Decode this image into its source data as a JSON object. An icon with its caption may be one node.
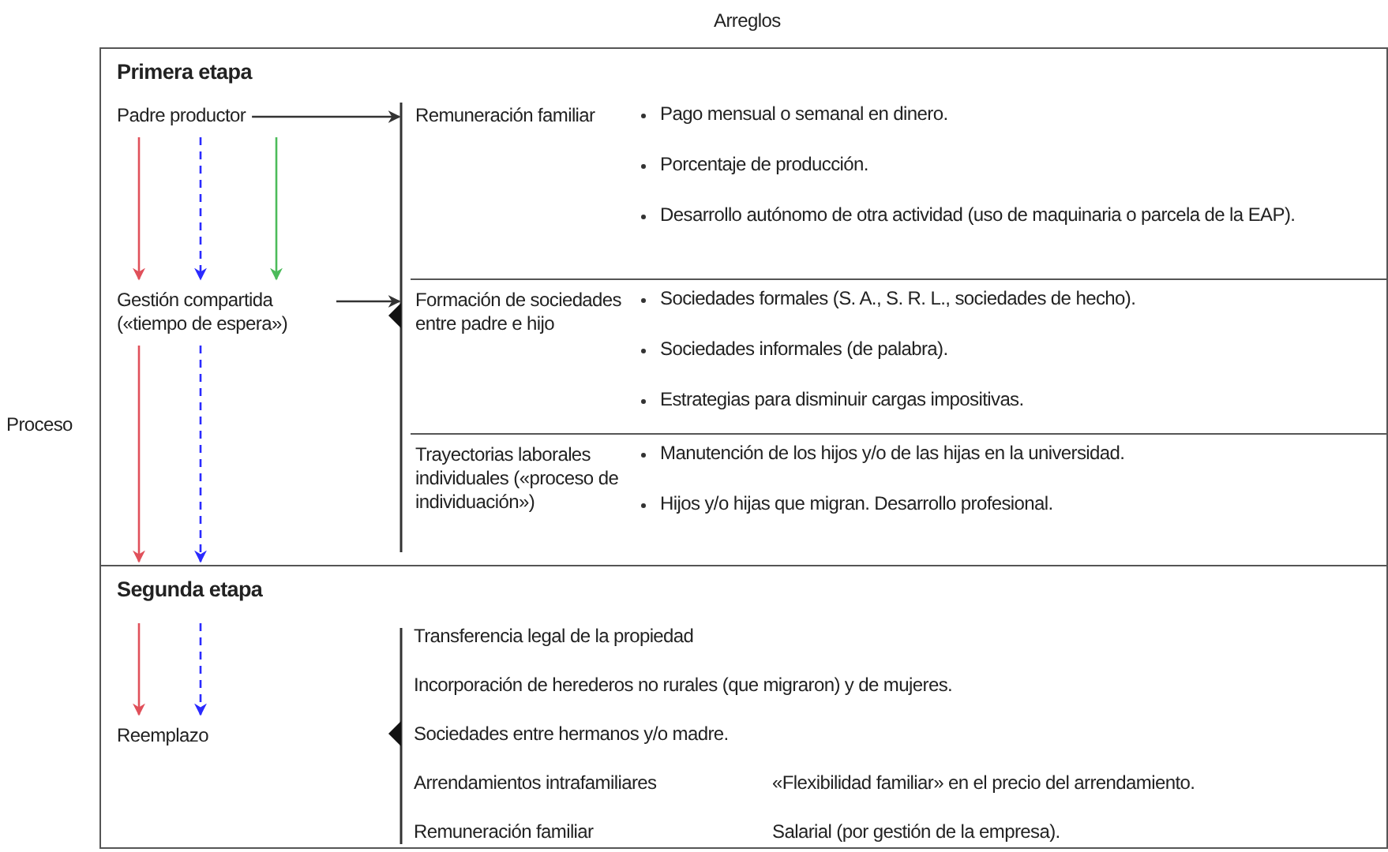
{
  "diagram": {
    "nodes": [
      {
        "text": [
          "Primera etapa"
        ]
      },
      {
        "text": [
          "Padre productor"
        ],
        "in": 0
      },
      {
        "text": [
          "Gestión compartida («tiempo de espera»)"
        ],
        "in": 0
      },
      {
        "text": [
          "Remuneración familiar"
        ],
        "in": 0
      },
      {
        "text": [
          "Formación de sociedades entre padre e hijo"
        ],
        "in": 0
      },
      {
        "text": [
          "Trayectorias laborales individuales («proceso de individuación»)"
        ],
        "in": 0
      },
      {
        "text": [
          "Segunda etapa"
        ]
      },
      {
        "text": [
          "Reemplazo"
        ],
        "in": 6
      }
    ],
    "edges": [
      {
        "from": 1,
        "to": 3,
        "arrow": "to",
        "color": "#333333"
      },
      {
        "from": 2,
        "to": 4,
        "arrow": "to",
        "color": "#333333"
      },
      {
        "from": 1,
        "to": 2,
        "arrow": "to",
        "color": "#e0505a"
      },
      {
        "from": 1,
        "to": 2,
        "arrow": "to",
        "style": "dashed",
        "color": "#2a2aff"
      },
      {
        "from": 1,
        "to": 2,
        "arrow": "to",
        "color": "#4cbb5a"
      },
      {
        "from": 2,
        "to": 6,
        "arrow": "to",
        "color": "#e0505a"
      },
      {
        "from": 2,
        "to": 6,
        "arrow": "to",
        "style": "dashed",
        "color": "#2a2aff"
      },
      {
        "from": null,
        "to": 7,
        "arrow": "to",
        "color": "#e0505a"
      },
      {
        "from": null,
        "to": 7,
        "arrow": "to",
        "style": "dashed",
        "color": "#2a2aff"
      }
    ],
    "labels": [
      "Arreglos",
      "Proceso",
      "Pago mensual o semanal en dinero.",
      "Porcentaje de producción.",
      "Desarrollo autónomo de otra actividad (uso de maquinaria o parcela de la EAP).",
      "Sociedades formales (S. A., S. R. L., sociedades de hecho).",
      "Sociedades informales (de palabra).",
      "Estrategias para disminuir cargas impositivas.",
      "Manutención de los hijos y/o de las hijas en la universidad.",
      "Hijos y/o hijas que migran. Desarrollo profesional.",
      "Transferencia legal de la propiedad",
      "Incorporación de herederos no rurales (que migraron) y de mujeres.",
      "Sociedades entre hermanos y/o madre.",
      "Arrendamientos intrafamiliares",
      "«Flexibilidad familiar» en el precio del arrendamiento.",
      "Remuneración familiar",
      "Salarial (por gestión de la empresa)."
    ]
  }
}
